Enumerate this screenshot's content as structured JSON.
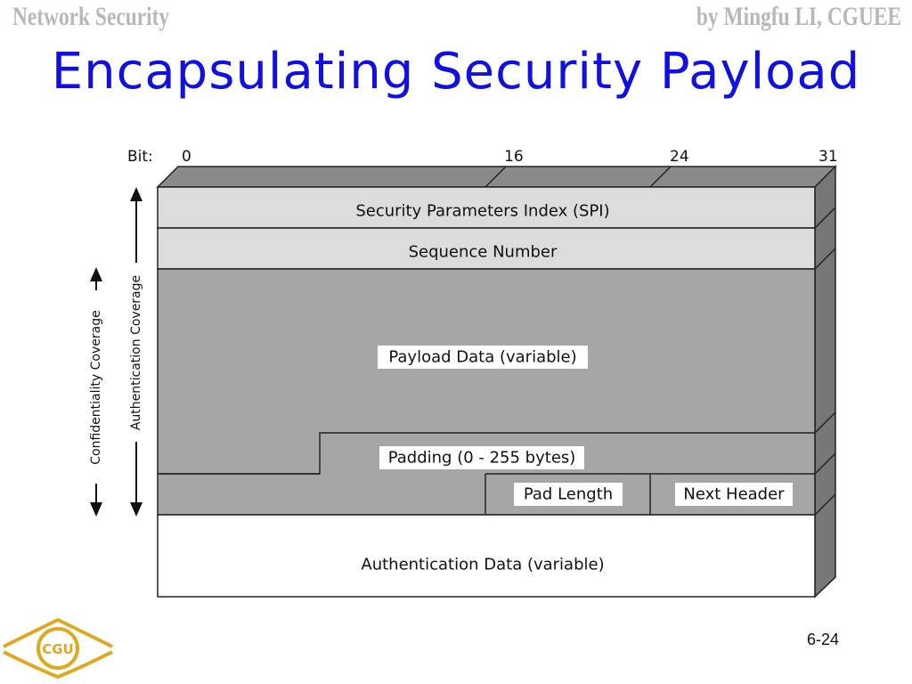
{
  "header": {
    "left": "Network Security",
    "right": "by Mingfu LI, CGUEE"
  },
  "title": "Encapsulating Security Payload",
  "diagram": {
    "bit_label": "Bit:",
    "bit_marks": [
      "0",
      "16",
      "24",
      "31"
    ],
    "fields": {
      "spi": "Security Parameters Index (SPI)",
      "sequence": "Sequence Number",
      "payload": "Payload Data (variable)",
      "padding": "Padding (0 - 255 bytes)",
      "pad_length": "Pad Length",
      "next_header": "Next Header",
      "auth_data": "Authentication Data (variable)"
    },
    "coverage": {
      "confidentiality": "Confidentiality Coverage",
      "authentication": "Authentication Coverage"
    },
    "colors": {
      "light_field": "#dcdcdc",
      "dark_field": "#a6a6a6",
      "white_field": "#ffffff",
      "side": "#777777",
      "top": "#8a8a8a"
    }
  },
  "footer": {
    "page": "6-24",
    "logo_text": "CGU",
    "logo_color": "#e0a820"
  }
}
